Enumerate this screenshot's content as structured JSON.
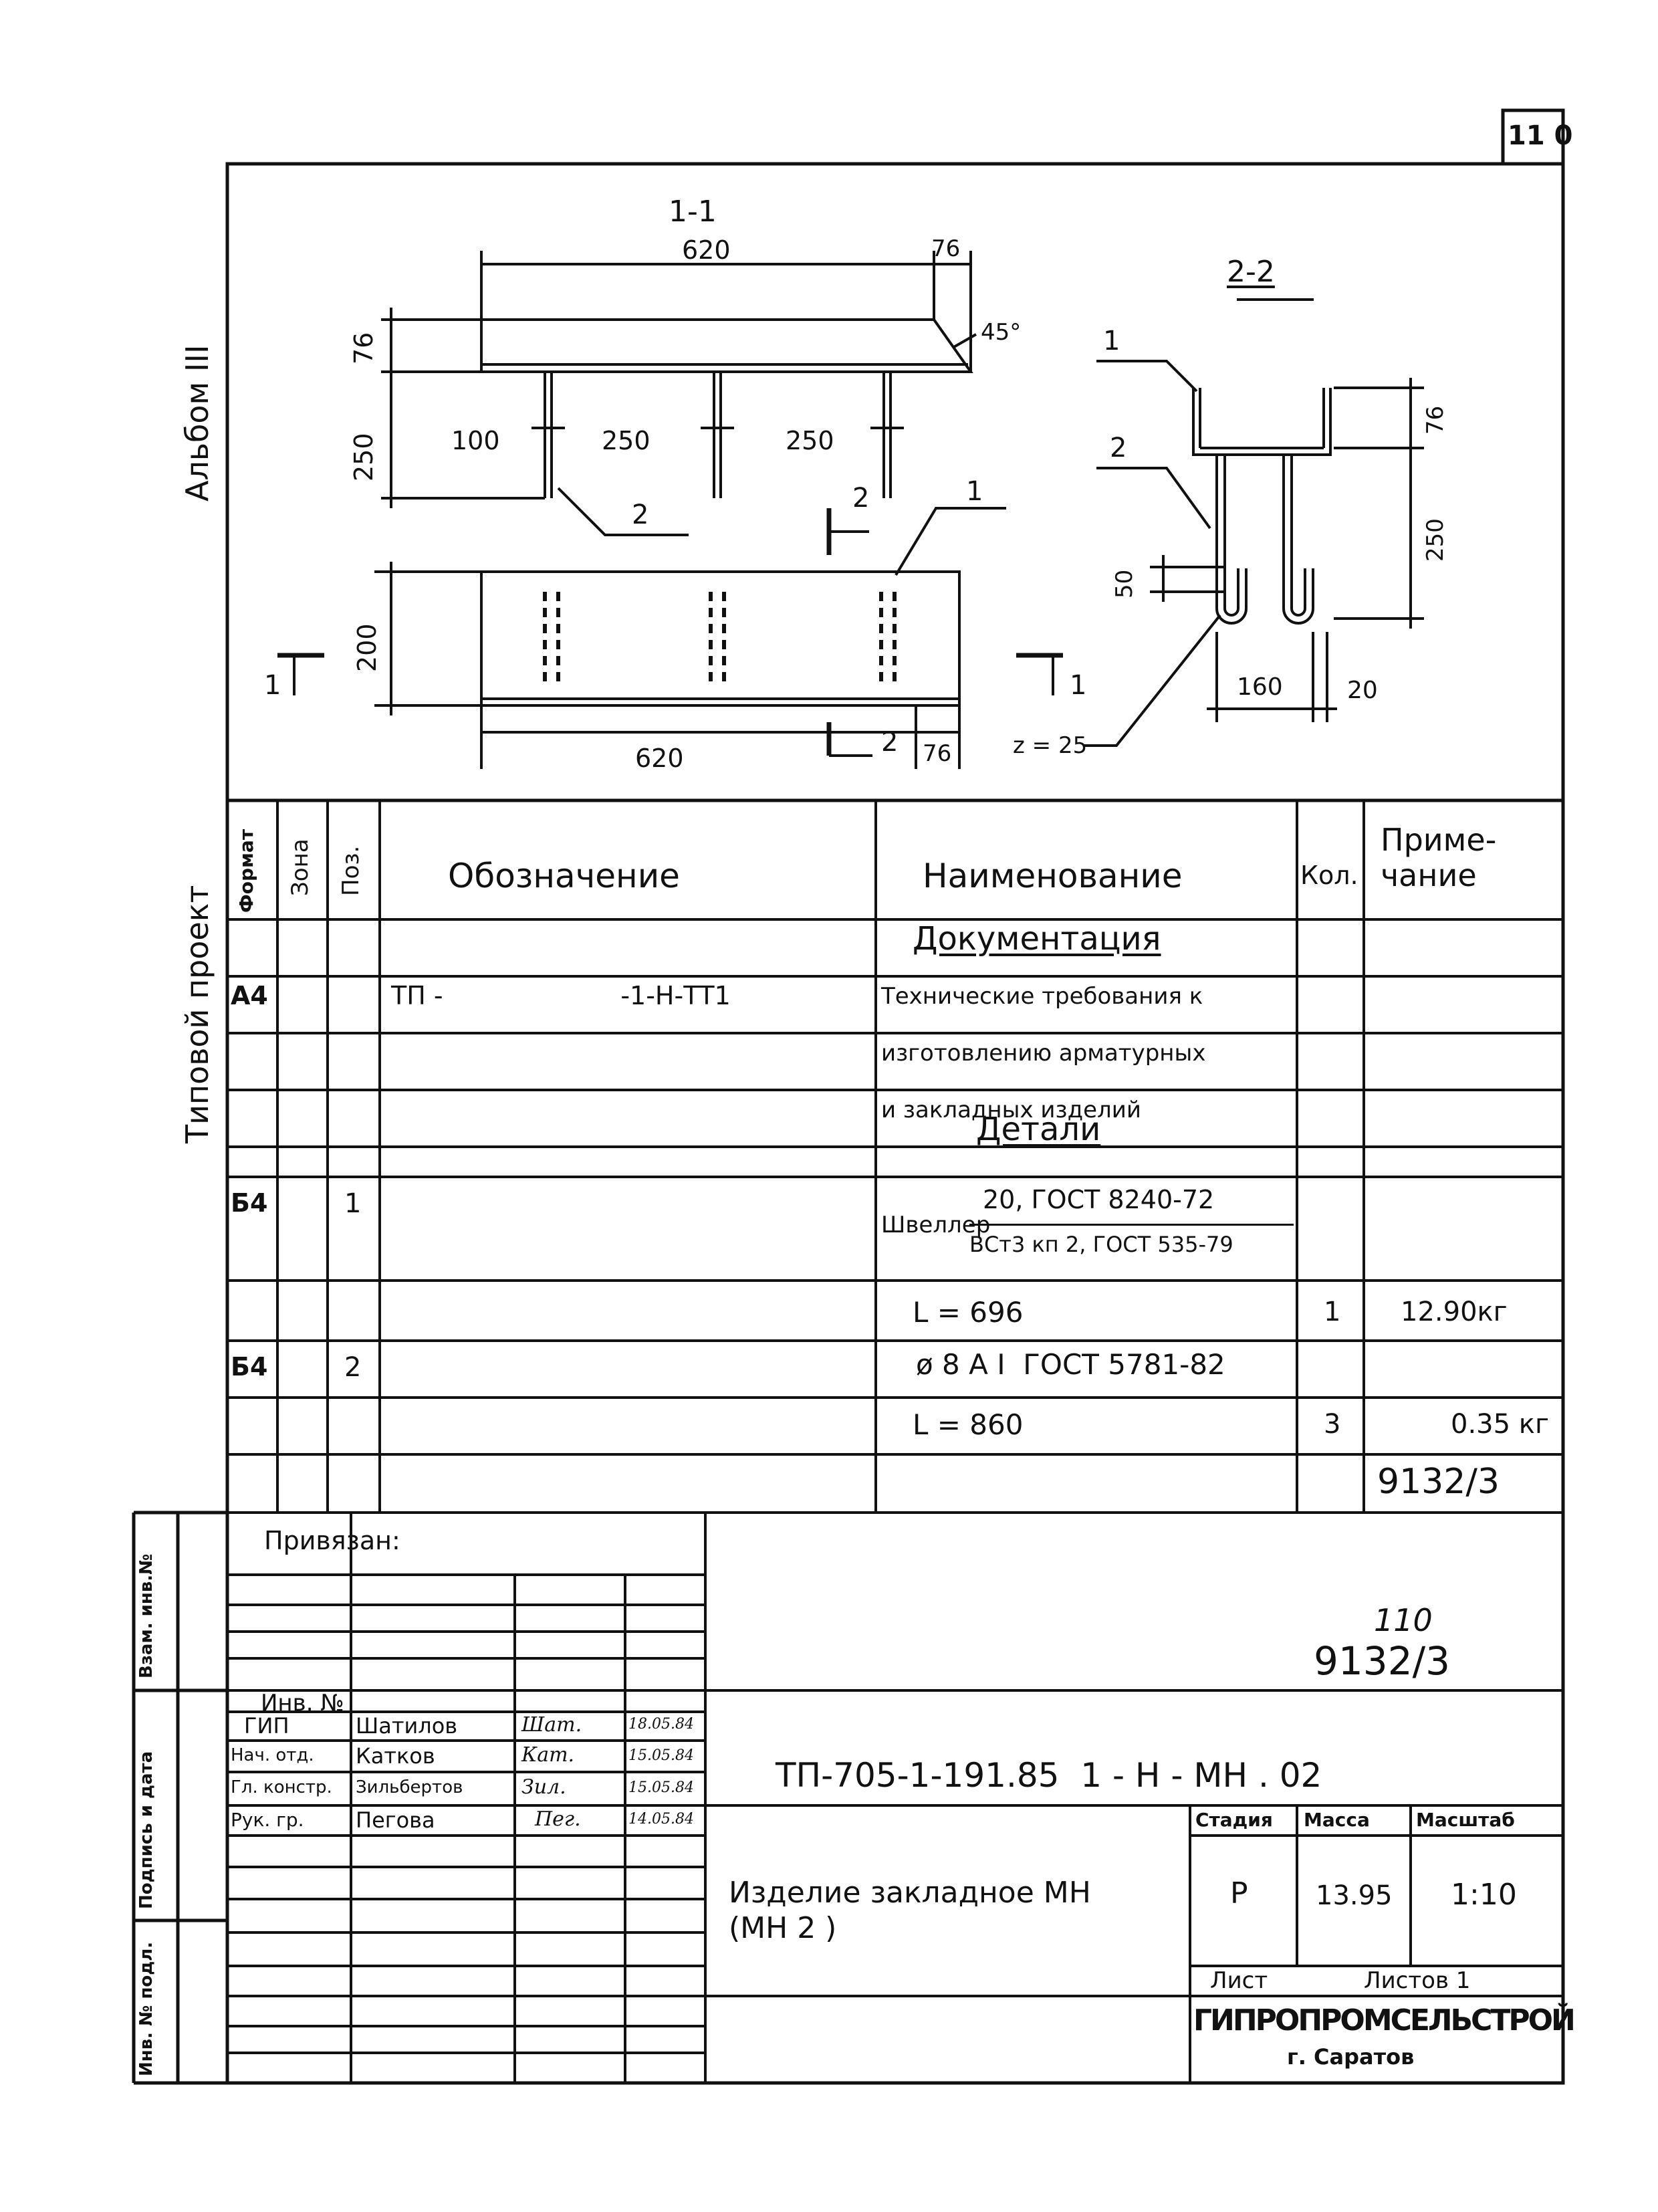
{
  "sheet_number": "11 0",
  "side": {
    "album": "Альбом III",
    "project": "Типовой проект",
    "stamp_labels": [
      "Взам. инв.№",
      "Подпись и дата",
      "Инв. № подл."
    ]
  },
  "drawing": {
    "section_1": "1-1",
    "section_2": "2-2",
    "dims": {
      "d620_top": "620",
      "d76_top": "76",
      "angle": "45°",
      "d76_left": "76",
      "d250_left": "250",
      "d100": "100",
      "d250_a": "250",
      "d250_b": "250",
      "d200": "200",
      "d620_bottom": "620",
      "d76_bottom": "76",
      "z25": "z = 25",
      "s76": "76",
      "s250": "250",
      "s50": "50",
      "s160": "160",
      "s20": "20"
    },
    "callouts": {
      "c1_plan": "1",
      "c2_elev": "2",
      "c2_sect": "2",
      "s1": "1",
      "s2": "2",
      "cut_left": "1",
      "cut_right": "1",
      "cut_bottom": "2"
    }
  },
  "spec": {
    "headers": {
      "format": "Формат",
      "zone": "Зона",
      "pos": "Поз.",
      "designation": "Обозначение",
      "name": "Наименование",
      "qty": "Кол.",
      "note": "Приме-\nчание"
    },
    "section_documents": "Документация",
    "section_details": "Детали",
    "rows": [
      {
        "format": "А4",
        "designation": "ТП -                      -1-Н-ТТ1",
        "name": "Технические требования к"
      },
      {
        "name": "изготовлению арматурных"
      },
      {
        "name": "и закладных изделий"
      },
      {
        "format": "Б4",
        "pos": "1",
        "name_main": "Швеллер",
        "name_top": "20, ГОСТ 8240-72",
        "name_bot": "ВСт3 кп 2, ГОСТ 535-79"
      },
      {
        "name": "L = 696",
        "qty": "1",
        "note": "12.90кг"
      },
      {
        "format": "Б4",
        "pos": "2",
        "name": "ø 8 А I  ГОСТ 5781-82"
      },
      {
        "name": "L = 860",
        "qty": "3",
        "note": "0.35 кг"
      },
      {
        "note": "9132/3"
      }
    ]
  },
  "title_block": {
    "privyazan": "Привязан:",
    "inv": "Инв. №",
    "code_small": "110",
    "code_big": "9132/3",
    "doc_code": "ТП-705-1-191.85  1 - Н - МН . 02",
    "staff": [
      {
        "role": "ГИП",
        "name": "Шатилов",
        "sign": "Шат.",
        "date": "18.05.84"
      },
      {
        "role": "Нач. отд.",
        "name": "Катков",
        "sign": "Кат.",
        "date": "15.05.84"
      },
      {
        "role": "Гл. констр.",
        "name": "Зильбертов",
        "sign": "Зил.",
        "date": "15.05.84"
      },
      {
        "role": "Рук. гр.",
        "name": "Пегова",
        "sign": "Пег.",
        "date": "14.05.84"
      }
    ],
    "item_name": "Изделие закладное МН\n(МН 2 )",
    "stage_label": "Стадия",
    "mass_label": "Масса",
    "scale_label": "Масштаб",
    "stage": "Р",
    "mass": "13.95",
    "scale": "1:10",
    "sheet_label": "Лист",
    "sheets_label": "Листов 1",
    "org": "ГИПРОПРОМСЕЛЬСТРОЙ",
    "city": "г. Саратов"
  }
}
